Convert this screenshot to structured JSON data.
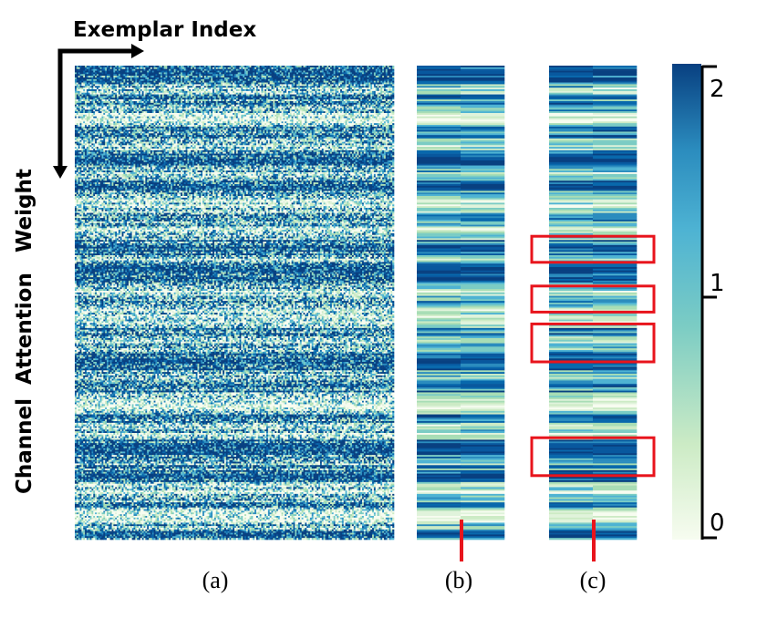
{
  "chart_data": {
    "type": "heatmap",
    "xlabel": "Exemplar Index",
    "ylabel_words": [
      "Channel",
      "Attention",
      "Weight"
    ],
    "panels": [
      {
        "label": "(a)",
        "columns": 190,
        "rows": 280
      },
      {
        "label": "(b)",
        "columns": 2,
        "rows": 280
      },
      {
        "label": "(c)",
        "columns": 2,
        "rows": 280
      }
    ],
    "colormap": [
      "#f7fcf0",
      "#ccebc5",
      "#7bccc4",
      "#2b8cbe",
      "#08589e",
      "#084081"
    ],
    "colorbar": {
      "min": 0,
      "max": 2,
      "ticks": [
        "0",
        "1",
        "2"
      ]
    },
    "highlight_boxes_panel_c": [
      {
        "row_start": 0.36,
        "row_end": 0.415
      },
      {
        "row_start": 0.465,
        "row_end": 0.52
      },
      {
        "row_start": 0.545,
        "row_end": 0.625
      },
      {
        "row_start": 0.785,
        "row_end": 0.865
      }
    ],
    "box_color": "#e8141c"
  }
}
